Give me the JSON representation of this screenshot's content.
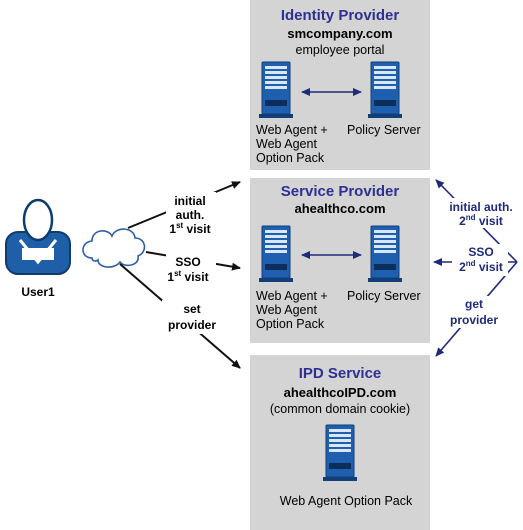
{
  "colors": {
    "panel": "#d4d4d4",
    "title_blue": "#2e3192",
    "right_label_blue": "#1f2a7a",
    "server_blue": "#1f5faf",
    "user_blue": "#1e5fa8",
    "arrow_dark": "#111111"
  },
  "identity_provider": {
    "title": "Identity Provider",
    "domain": "smcompany.com",
    "subtitle": "employee portal",
    "web_agent_label": [
      "Web Agent +",
      "Web Agent",
      "Option Pack"
    ],
    "policy_server_label": "Policy Server"
  },
  "service_provider": {
    "title": "Service Provider",
    "domain": "ahealthco.com",
    "web_agent_label": [
      "Web Agent +",
      "Web Agent",
      "Option Pack"
    ],
    "policy_server_label": "Policy Server"
  },
  "ipd_service": {
    "title": "IPD Service",
    "domain": "ahealthcoIPD.com",
    "subtitle": "(common domain cookie)",
    "web_agent_label": "Web Agent Option Pack"
  },
  "user": {
    "label": "User1",
    "icons": [
      "user-icon",
      "cloud-icon"
    ]
  },
  "left_labels": {
    "initial_line1": "initial",
    "initial_line2": "auth.",
    "initial_line3_num": "1",
    "initial_line3_sup": "st",
    "initial_line3_word": " visit",
    "sso_line1": "SSO",
    "sso_line2_num": "1",
    "sso_line2_sup": "st",
    "sso_line2_word": " visit",
    "set_line1": "set",
    "set_line2": "provider"
  },
  "right_labels": {
    "initial_line1": "initial auth.",
    "initial_line2_num": "2",
    "initial_line2_sup": "nd",
    "initial_line2_word": " visit",
    "sso_line1": "SSO",
    "sso_line2_num": "2",
    "sso_line2_sup": "nd",
    "sso_line2_word": " visit",
    "get_line1": "get",
    "get_line2": "provider"
  }
}
